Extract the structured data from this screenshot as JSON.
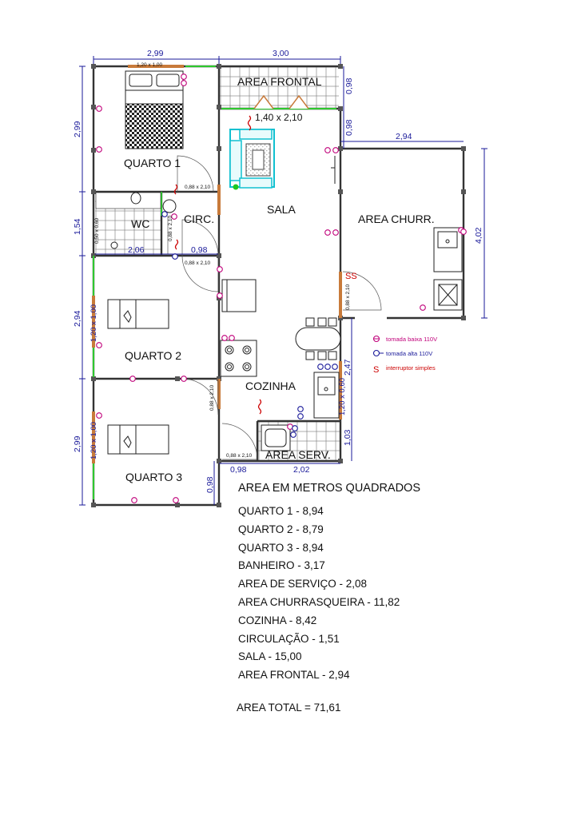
{
  "rooms": {
    "quarto1": "QUARTO 1",
    "wc": "WC",
    "circ": "CIRC.",
    "sala": "SALA",
    "area_frontal": "AREA FRONTAL",
    "area_churr": "AREA CHURR.",
    "quarto2": "QUARTO 2",
    "cozinha": "COZINHA",
    "quarto3": "QUARTO 3",
    "area_serv": "AREA SERV."
  },
  "dimensions": {
    "top_left": "2,99",
    "top_right": "3,00",
    "front_window_h": "0,98",
    "sala_offset_h": "0,98",
    "churr_width": "2,94",
    "churr_height": "4,02",
    "left_q1": "2,99",
    "left_wc": "1,54",
    "left_q2": "2,94",
    "left_q3": "2,99",
    "wc_width": "2,06",
    "circ_width": "0,98",
    "cozinha_h": "2,47",
    "serv_h": "1,03",
    "bottom_a": "0,98",
    "bottom_b": "2,02",
    "q3_bottom": "0,98"
  },
  "openings": {
    "win_q1": "1,20 x 1,00",
    "win_front": "1,40 x 2,10",
    "door_q1": "0,88 x 2,10",
    "door_wc": "0,88 x 2,10",
    "door_circ": "0,88 x 2,10",
    "win_wc": "0,50 x 0,60",
    "win_q2": "1,20 x 1,00",
    "door_churr": "0,88 x 2,10",
    "door_q2": "0,88 x 2,10",
    "win_q3": "1,20 x 1,00",
    "door_q3": "0,88 x 2,10",
    "win_kitchen": "1,20 x 0,60"
  },
  "legend": {
    "low_outlet": "tomada baixa 110V",
    "high_outlet": "tomada alta 110V",
    "switch": "interruptor simples",
    "switch_symbol": "S",
    "switch_marker": "SS",
    "colors": {
      "low_outlet": "#c0007a",
      "high_outlet": "#1a1a9a",
      "switch": "#cc0000",
      "window": "#2ec82e",
      "door": "#c87a3a",
      "dimension": "#1a1a9a"
    }
  },
  "areas": {
    "title": "AREA EM METROS QUADRADOS",
    "items": [
      "QUARTO 1 - 8,94",
      "QUARTO 2 - 8,79",
      "QUARTO 3 - 8,94",
      "BANHEIRO - 3,17",
      "AREA DE SERVIÇO - 2,08",
      "AREA CHURRASQUEIRA - 11,82",
      "COZINHA - 8,42",
      "CIRCULAÇÃO - 1,51",
      "SALA - 15,00",
      "AREA FRONTAL - 2,94"
    ],
    "total": "AREA TOTAL = 71,61"
  }
}
